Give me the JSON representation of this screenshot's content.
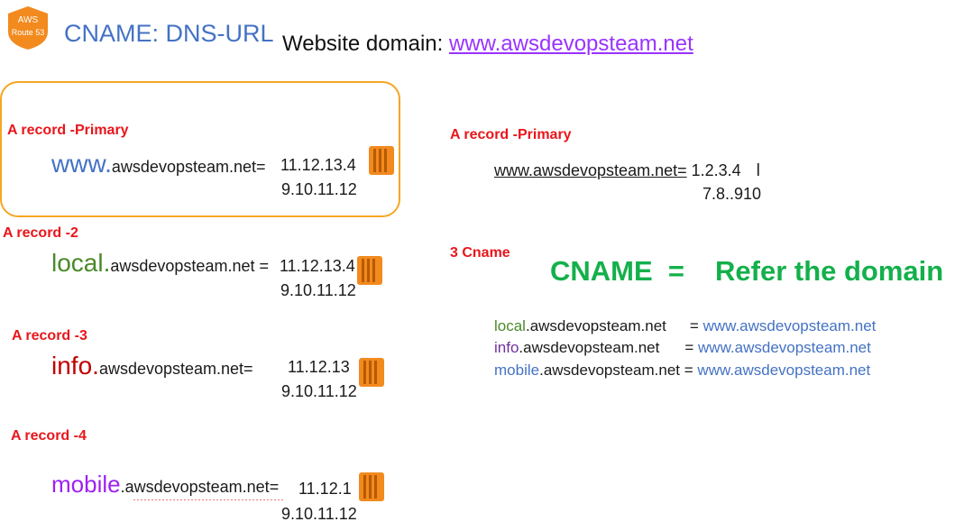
{
  "badge": {
    "line1": "AWS",
    "line2": "Route 53"
  },
  "header": {
    "title": "CNAME: DNS-URL",
    "website_label": "Website domain: ",
    "website_url": "www.awsdevopsteam.net"
  },
  "left_records": [
    {
      "label": "A record -Primary",
      "prefix": "www.",
      "domain": "awsdevopsteam.net=",
      "ip1": "11.12.13.4",
      "ip2": "9.10.11.12"
    },
    {
      "label": "A record -2",
      "prefix": "local.",
      "domain": "awsdevopsteam.net =",
      "ip1": "11.12.13.4",
      "ip2": "9.10.11.12"
    },
    {
      "label": "A record -3",
      "prefix": "info.",
      "domain": "awsdevopsteam.net=",
      "ip1": "11.12.13",
      "ip2": "9.10.11.12"
    },
    {
      "label": "A record -4",
      "prefix": "mobile",
      "domain": ".awsdevopsteam.net=",
      "ip1": "11.12.1",
      "ip2": "9.10.11.12"
    }
  ],
  "right_primary": {
    "label": "A record -Primary",
    "domain": "www.awsdevopsteam.net=",
    "ip1": "1.2.3.4",
    "ip2": "7.8..910",
    "cursor": "I"
  },
  "cname": {
    "count_label": "3 Cname",
    "headline_left": "CNAME  =",
    "headline_right": "Refer the domain",
    "mappings": [
      {
        "prefix": "local",
        "source": ".awsdevopsteam.net",
        "eq": "=",
        "target": "www.awsdevopsteam.net"
      },
      {
        "prefix": "info",
        "source": ".awsdevopsteam.net",
        "eq": "=",
        "target": "www.awsdevopsteam.net"
      },
      {
        "prefix": "mobile",
        "source": ".awsdevopsteam.net",
        "eq": "=",
        "target": "www.awsdevopsteam.net"
      }
    ]
  },
  "colors": {
    "title_blue": "#4472c4",
    "label_red": "#e8161b",
    "link_purple": "#9933ff",
    "box_orange": "#f5a623",
    "cname_green": "#14b04b",
    "www_blue": "#4472c4",
    "local_green": "#4a8a2a",
    "info_red": "#c00000",
    "mobile_purple": "#a020f0",
    "info_purple": "#7030a0",
    "ec2_orange": "#f28a1e"
  },
  "icons": [
    "route53-badge-icon",
    "ec2-instance-icon",
    "text-cursor-icon"
  ]
}
